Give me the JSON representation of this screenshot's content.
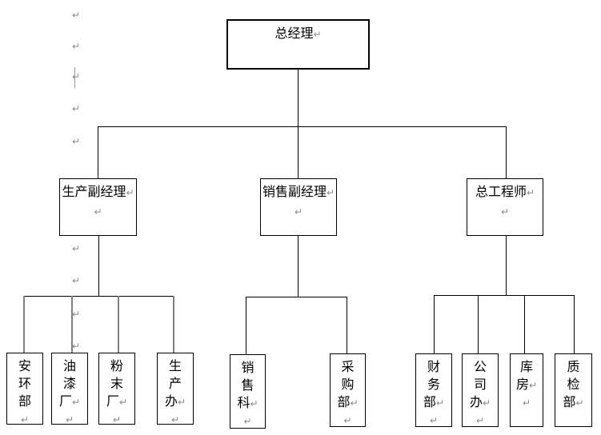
{
  "pilcrow_glyph": "↵",
  "colors": {
    "background": "#ffffff",
    "box_border": "#000000",
    "connector_line": "#000000",
    "gray_connector": "#808080",
    "paragraph_mark": "#8a8a8a",
    "text": "#000000"
  },
  "org": {
    "root": {
      "label": "总经理"
    },
    "managers": [
      {
        "label": "生产副经理"
      },
      {
        "label": "销售副经理"
      },
      {
        "label": "总工程师"
      }
    ],
    "departments": {
      "production": [
        {
          "label": "安环部",
          "chars": [
            "安",
            "环",
            "部"
          ]
        },
        {
          "label": "油漆厂",
          "chars": [
            "油",
            "漆",
            "厂"
          ]
        },
        {
          "label": "粉末厂",
          "chars": [
            "粉",
            "末",
            "厂"
          ]
        },
        {
          "label": "生产办",
          "chars": [
            "生",
            "产",
            "办"
          ]
        }
      ],
      "sales": [
        {
          "label": "销售科",
          "chars": [
            "销",
            "售",
            "科"
          ]
        },
        {
          "label": "采购部",
          "chars": [
            "采",
            "购",
            "部"
          ]
        }
      ],
      "engineering": [
        {
          "label": "财务部",
          "chars": [
            "财",
            "务",
            "部"
          ]
        },
        {
          "label": "公司办",
          "chars": [
            "公",
            "司",
            "办"
          ]
        },
        {
          "label": "库房",
          "chars": [
            "库",
            "房"
          ]
        },
        {
          "label": "质检部",
          "chars": [
            "质",
            "检",
            "部"
          ]
        }
      ]
    }
  }
}
